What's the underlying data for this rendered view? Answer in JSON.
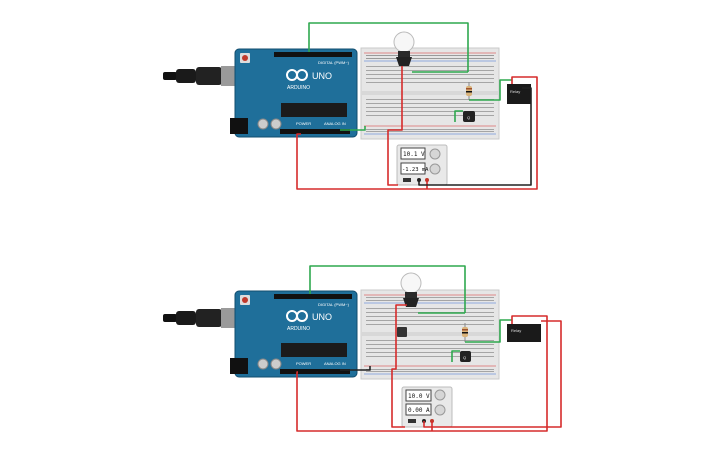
{
  "circuits": [
    {
      "id": "top",
      "arduino": {
        "model_label": "UNO",
        "brand_label": "ARDUINO",
        "digital_header_label": "DIGITAL (PWM~)",
        "power_header_label": "POWER",
        "analog_header_label": "ANALOG IN"
      },
      "relay_label": "Relay",
      "power_supply": {
        "voltage_display": "10.1 V",
        "current_display": "-1.23 mA"
      }
    },
    {
      "id": "bottom",
      "arduino": {
        "model_label": "UNO",
        "brand_label": "ARDUINO",
        "digital_header_label": "DIGITAL (PWM~)",
        "power_header_label": "POWER",
        "analog_header_label": "ANALOG IN"
      },
      "relay_label": "Relay",
      "power_supply": {
        "voltage_display": "10.0 V",
        "current_display": "0.00 A"
      }
    }
  ],
  "colors": {
    "arduino_board": "#1f6f9a",
    "wire_green": "#2fa84f",
    "wire_red": "#d62b2b",
    "wire_black": "#222222",
    "breadboard": "#e6e6e6"
  }
}
